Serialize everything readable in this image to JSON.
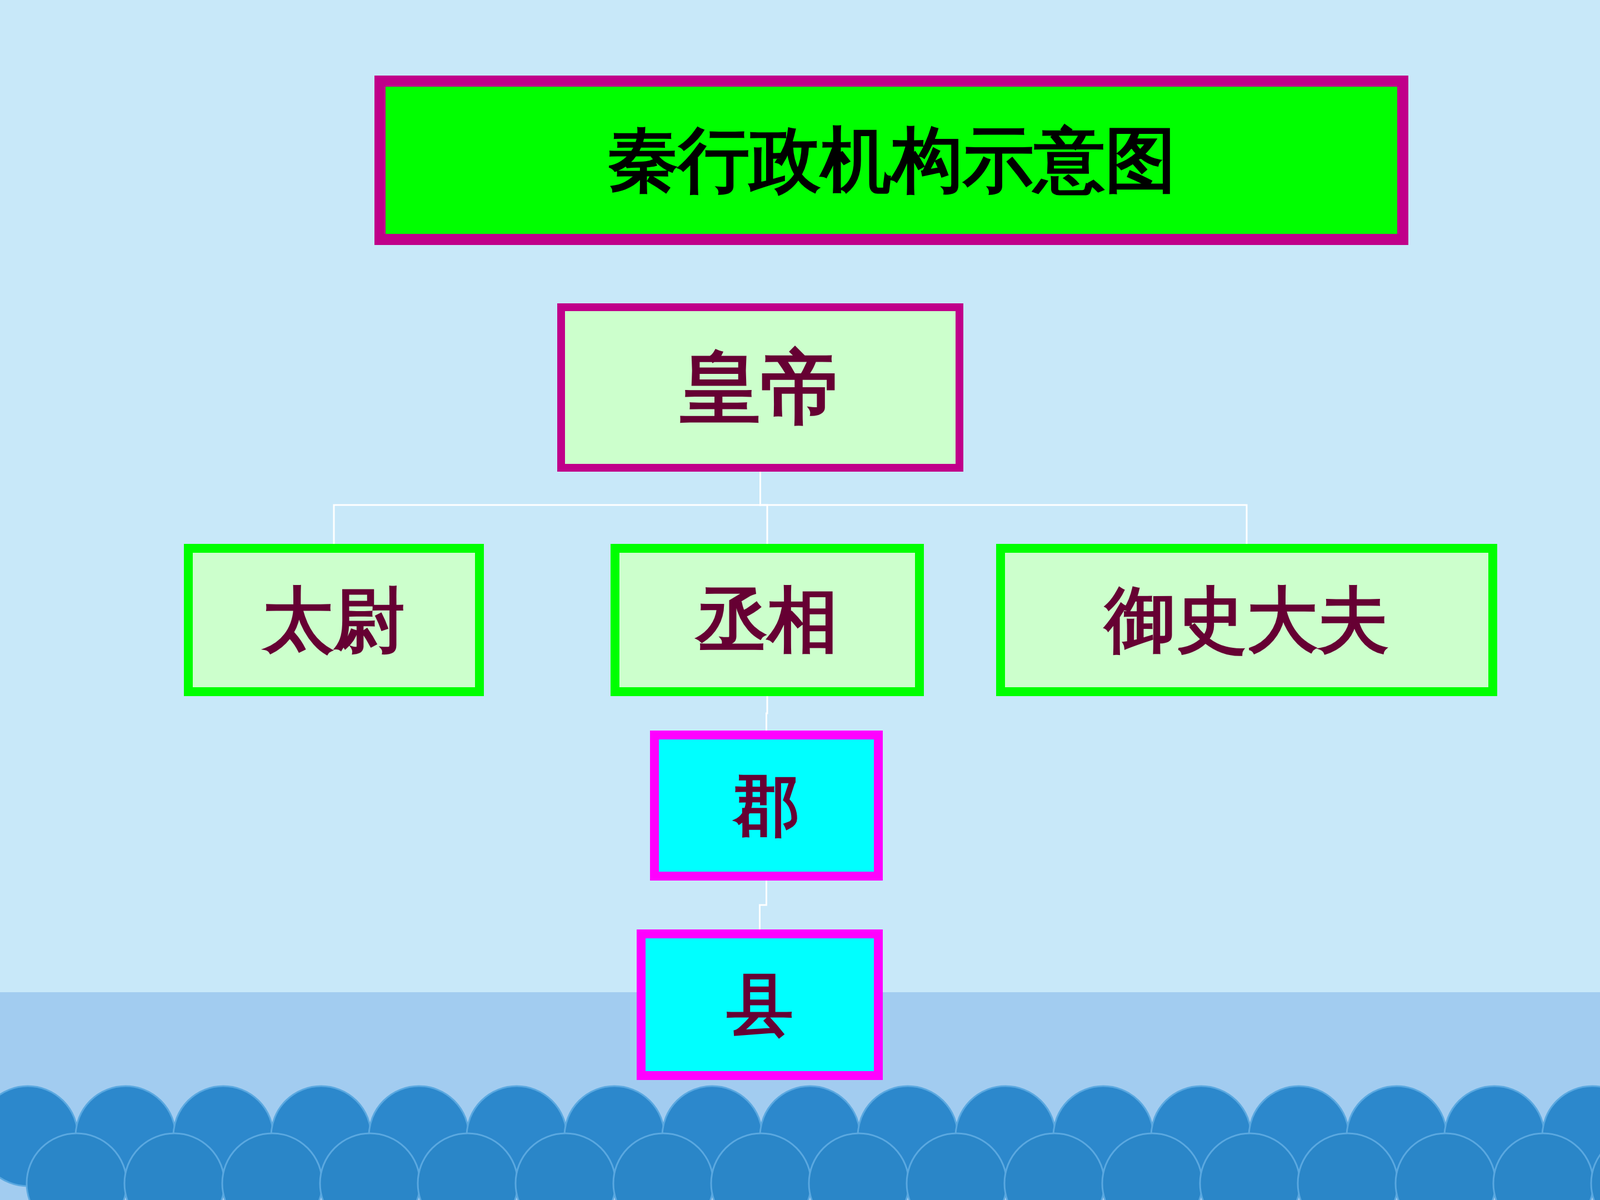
{
  "diagram": {
    "title": "秦行政机构示意图",
    "nodes": [
      {
        "text": [
          "皇帝"
        ]
      },
      {
        "text": [
          "太尉"
        ]
      },
      {
        "text": [
          "丞相"
        ]
      },
      {
        "text": [
          "御史大夫"
        ]
      },
      {
        "text": [
          "郡"
        ]
      },
      {
        "text": [
          "县"
        ]
      }
    ],
    "edges": [
      {
        "from": 0,
        "to": 1,
        "arrow": "none"
      },
      {
        "from": 0,
        "to": 2,
        "arrow": "none"
      },
      {
        "from": 0,
        "to": 3,
        "arrow": "none"
      },
      {
        "from": 2,
        "to": 4,
        "arrow": "none"
      },
      {
        "from": 4,
        "to": 5,
        "arrow": "none"
      }
    ]
  }
}
